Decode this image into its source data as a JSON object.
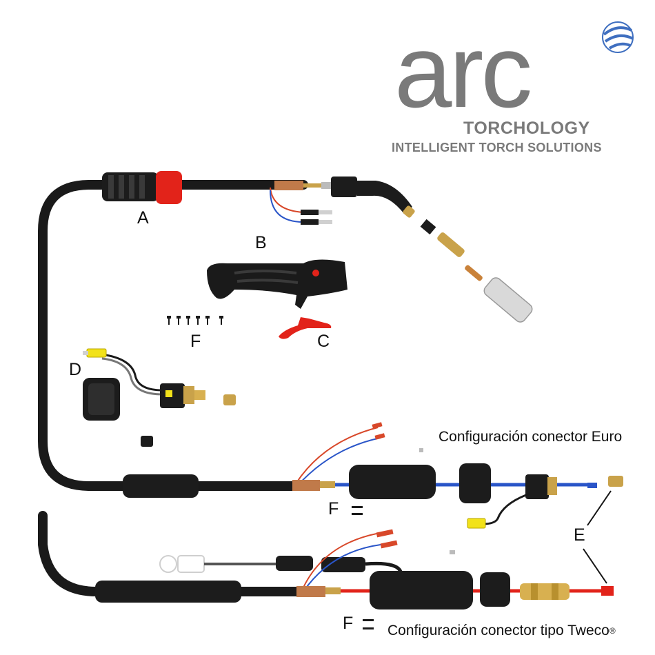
{
  "logo": {
    "word": "arc",
    "line1": "TORCHOLOGY",
    "line2": "INTELLIGENT TORCH SOLUTIONS",
    "color": "#7a7a7a",
    "globe_color": "#3f6fc0"
  },
  "labels": {
    "a": "A",
    "b": "B",
    "c": "C",
    "d": "D",
    "e": "E",
    "f_top": "F",
    "f_euro": "F",
    "f_tweco": "F"
  },
  "captions": {
    "euro": "Configuración conector Euro",
    "tweco": "Configuración conector tipo Tweco",
    "tweco_mark": "®"
  },
  "colors": {
    "cable": "#1a1a1a",
    "accent_red": "#e2231a",
    "brass": "#c9a24a",
    "blue_wire": "#2a55c8",
    "red_wire": "#d8482a",
    "yellow": "#f2e21a"
  }
}
